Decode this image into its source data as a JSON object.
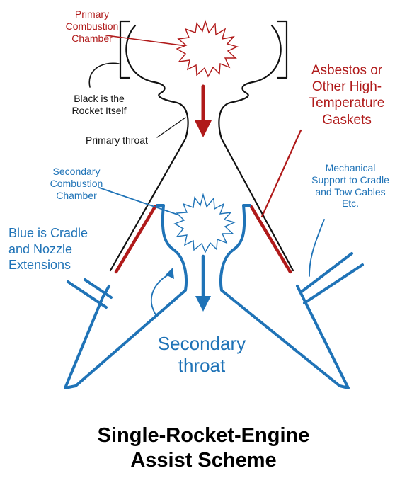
{
  "labels": {
    "primary_chamber": [
      "Primary",
      "Combustion",
      "Chamber"
    ],
    "black_rocket": [
      "Black is the",
      "Rocket Itself"
    ],
    "primary_throat": "Primary throat",
    "asbestos": [
      "Asbestos or",
      "Other High-",
      "Temperature",
      "Gaskets"
    ],
    "secondary_chamber": [
      "Secondary",
      "Combustion",
      "Chamber"
    ],
    "mechanical": [
      "Mechanical",
      "Support to Cradle",
      "and Tow Cables",
      "Etc."
    ],
    "blue_cradle": [
      "Blue is Cradle",
      "and Nozzle",
      "Extensions"
    ],
    "secondary_throat": [
      "Secondary",
      "throat"
    ]
  },
  "title": [
    "Single-Rocket-Engine",
    "Assist Scheme"
  ],
  "colors": {
    "rocket": "#111111",
    "cradle": "#1f73b7",
    "gasket": "#b01a1a"
  }
}
